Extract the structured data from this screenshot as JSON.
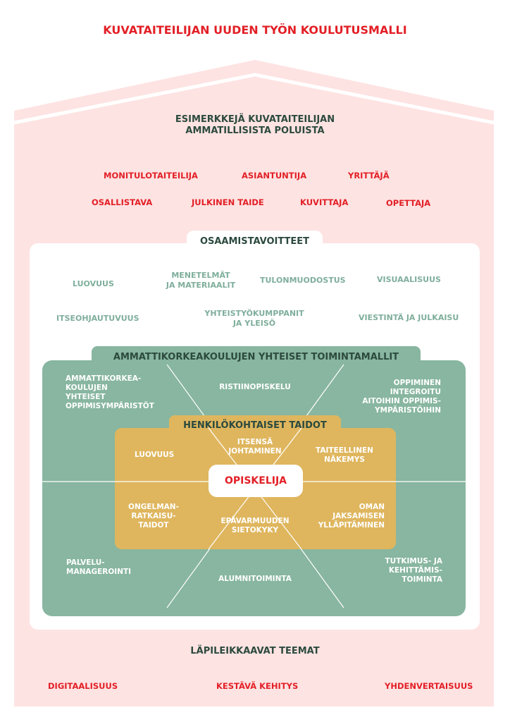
{
  "title": "KUVATAITEILIJAN UUDEN TYÖN KOULUTUSMALLI",
  "paths": {
    "heading_line1": "ESIMERKKEJÄ KUVATAITEILIJAN",
    "heading_line2": "AMMATILLISISTA POLUISTA",
    "items": [
      "MONITULOTAITEILIJA",
      "ASIANTUNTIJA",
      "YRITTÄJÄ",
      "OSALLISTAVA",
      "JULKINEN TAIDE",
      "KUVITTAJA",
      "OPETTAJA"
    ]
  },
  "goals": {
    "heading": "OSAAMISTAVOITTEET",
    "items": [
      {
        "l1": "LUOVUUS"
      },
      {
        "l1": "MENETELMÄT",
        "l2": "JA MATERIAALIT"
      },
      {
        "l1": "TULONMUODOSTUS"
      },
      {
        "l1": "VISUAALISUUS"
      },
      {
        "l1": "ITSEOHJAUTUVUUS"
      },
      {
        "l1": "YHTEISTYÖKUMPPANIT",
        "l2": "JA YLEISÖ"
      },
      {
        "l1": "VIESTINTÄ JA JULKAISU"
      }
    ]
  },
  "models": {
    "heading": "AMMATTIKORKEAKOULUJEN YHTEISET TOIMINTAMALLIT",
    "items": [
      {
        "lines": [
          "AMMATTIKORKEA-",
          "KOULUJEN",
          "YHTEISET",
          "OPPIMISYMPÄRISTÖT"
        ]
      },
      {
        "lines": [
          "RISTIINOPISKELU"
        ]
      },
      {
        "lines": [
          "OPPIMINEN",
          "INTEGROITU",
          "AITOIHIN OPPIMIS-",
          "YMPÄRISTÖIHIN"
        ]
      },
      {
        "lines": [
          "PALVELU-",
          "MANAGEROINTI"
        ]
      },
      {
        "lines": [
          "ALUMNITOIMINTA"
        ]
      },
      {
        "lines": [
          "TUTKIMUS- JA",
          "KEHITTÄMIS-",
          "TOIMINTA"
        ]
      }
    ]
  },
  "personal": {
    "heading": "HENKILÖKOHTAISET TAIDOT",
    "items": [
      {
        "lines": [
          "LUOVUUS"
        ]
      },
      {
        "lines": [
          "ITSENSÄ",
          "JOHTAMINEN"
        ]
      },
      {
        "lines": [
          "TAITEELLINEN",
          "NÄKEMYS"
        ]
      },
      {
        "lines": [
          "ONGELMAN-",
          "RATKAISU-",
          "TAIDOT"
        ]
      },
      {
        "lines": [
          "EPÄVARMUUDEN",
          "SIETOKYKY"
        ]
      },
      {
        "lines": [
          "OMAN",
          "JAKSAMISEN",
          "YLLÄPITÄMINEN"
        ]
      }
    ]
  },
  "center": "OPISKELIJA",
  "themes": {
    "heading": "LÄPILEIKKAAVAT TEEMAT",
    "items": [
      "DIGITAALISUUS",
      "KESTÄVÄ KEHITYS",
      "YHDENVERTAISUUS"
    ]
  }
}
